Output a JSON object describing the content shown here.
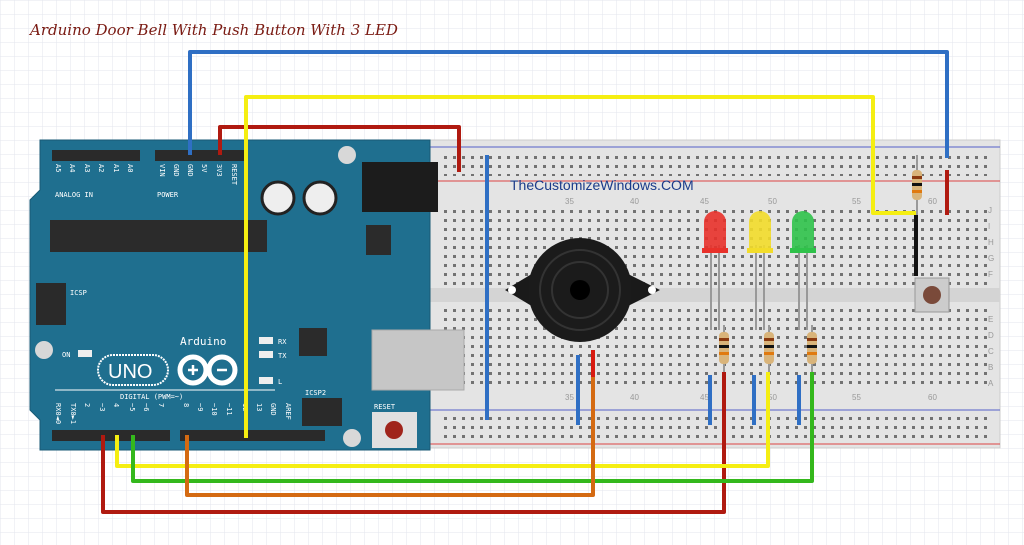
{
  "title": "Arduino Door Bell With Push Button With 3 LED",
  "watermark": "TheCustomizeWindows.COM",
  "arduino": {
    "brand": "Arduino",
    "model": "UNO",
    "labels": {
      "analog_in": "ANALOG IN",
      "power": "POWER",
      "digital": "DIGITAL (PWM=~)",
      "icsp": "ICSP",
      "icsp2": "ICSP2",
      "reset": "RESET",
      "on": "ON",
      "rx": "RX",
      "tx": "TX",
      "l": "L"
    },
    "analog_pins": [
      "A5",
      "A4",
      "A3",
      "A2",
      "A1",
      "A0"
    ],
    "power_pins": [
      "VIN",
      "GND",
      "GND",
      "5V",
      "3V3",
      "RESET"
    ],
    "digital_pins": [
      "RX0◄0",
      "TX0►1",
      "2",
      "~3",
      "4",
      "~5",
      "~6",
      "7",
      "8",
      "~9",
      "~10",
      "~11",
      "12",
      "13",
      "GND",
      "AREF"
    ]
  },
  "breadboard": {
    "column_numbers": [
      "35",
      "40",
      "45",
      "50",
      "55",
      "60"
    ],
    "row_letters": [
      "J",
      "I",
      "H",
      "G",
      "F",
      "E",
      "D",
      "C",
      "B",
      "A"
    ]
  },
  "components": {
    "leds": [
      {
        "color": "red",
        "hex": "#e8312a"
      },
      {
        "color": "yellow",
        "hex": "#f2dc2a"
      },
      {
        "color": "green",
        "hex": "#2fc24a"
      }
    ]
  },
  "colors": {
    "board": "#1f6f8f",
    "wire_blue": "#2f6fc4",
    "wire_yellow": "#f5ee12",
    "wire_red": "#b01a10",
    "wire_green": "#34b81c",
    "wire_orange": "#d46a12",
    "title": "#7a1a12"
  }
}
